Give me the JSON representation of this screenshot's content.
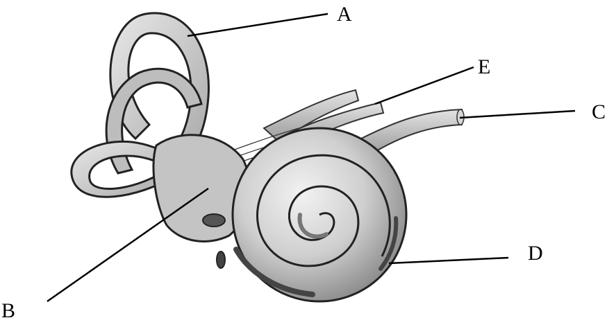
{
  "labels": {
    "a": "A",
    "b": "B",
    "c": "C",
    "d": "D",
    "e": "E"
  },
  "colors": {
    "structure_fill": "#c9c9c9",
    "structure_highlight": "#ececec",
    "structure_shadow": "#8e8e8e",
    "outline": "#222222",
    "leader_line": "#000000",
    "background": "#ffffff"
  }
}
